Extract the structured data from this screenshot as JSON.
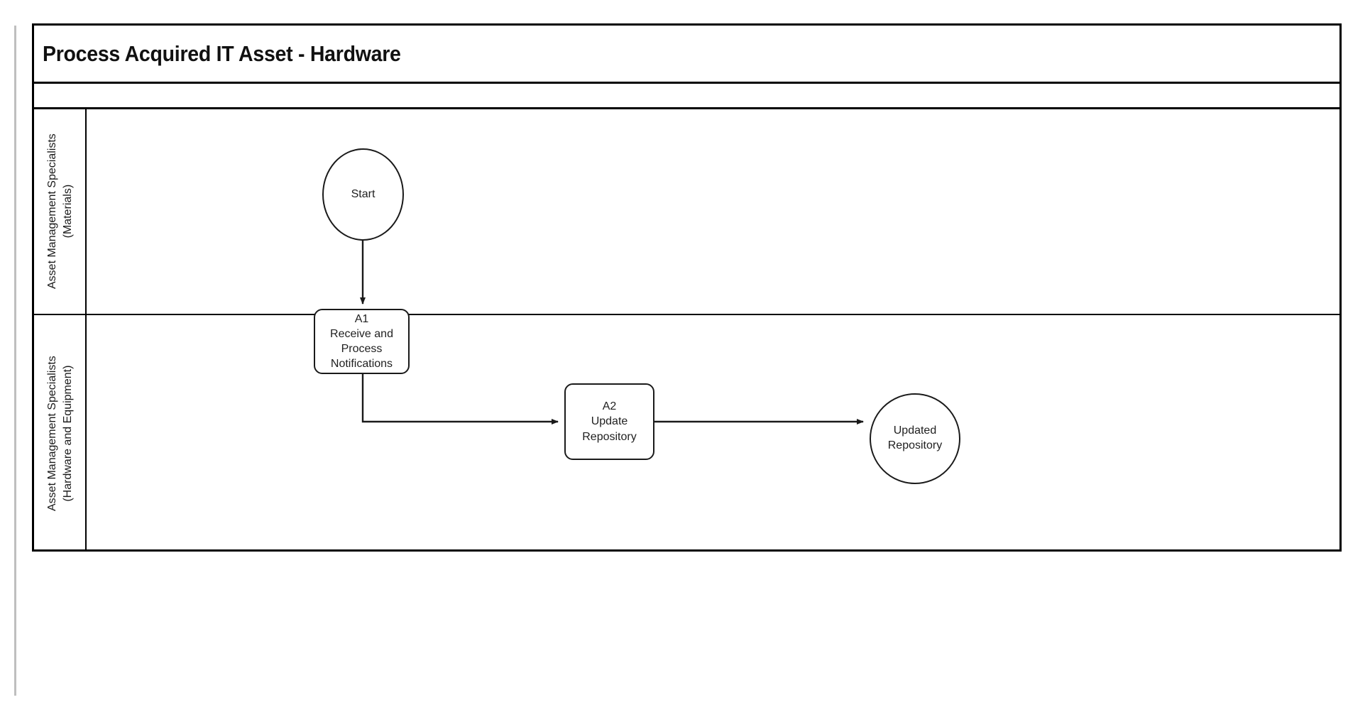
{
  "diagram": {
    "title": "Process Acquired IT Asset - Hardware",
    "subtitle": "",
    "type": "swimlane-flowchart",
    "lanes": [
      {
        "id": "lane-materials",
        "label": "Asset Management Specialists\n(Materials)",
        "label_line_1": "Asset Management Specialists",
        "label_line_2": "(Materials)"
      },
      {
        "id": "lane-hardware",
        "label": "Asset Management Specialists\n(Hardware and Equipment)",
        "label_line_1": "Asset Management Specialists",
        "label_line_2": "(Hardware and Equipment)"
      }
    ],
    "nodes": [
      {
        "id": "start",
        "shape": "circle",
        "lane": "lane-materials",
        "label": "Start",
        "lines": [
          "Start"
        ]
      },
      {
        "id": "a1",
        "shape": "rounded-rect",
        "lane": "lane-materials",
        "code": "A1",
        "label": "A1 Receive and Process Notifications",
        "lines": [
          "A1",
          "Receive  and",
          "Process",
          "Notifications"
        ]
      },
      {
        "id": "a2",
        "shape": "rounded-rect",
        "lane": "lane-hardware",
        "code": "A2",
        "label": "A2 Update Repository",
        "lines": [
          "A2",
          "Update",
          "Repository"
        ]
      },
      {
        "id": "end",
        "shape": "circle",
        "lane": "lane-hardware",
        "label": "Updated Repository",
        "lines": [
          "Updated",
          "Repository"
        ]
      }
    ],
    "connectors": [
      {
        "id": "start-to-a1",
        "from": "start",
        "to": "a1",
        "style": "straight-down",
        "arrow": "filled"
      },
      {
        "id": "a1-to-a2",
        "from": "a1",
        "to": "a2",
        "style": "elbow-down-right",
        "arrow": "filled"
      },
      {
        "id": "a2-to-end",
        "from": "a2",
        "to": "end",
        "style": "straight-right",
        "arrow": "filled"
      }
    ],
    "colors": {
      "stroke": "#1a1a1a",
      "frame": "#000000",
      "text": "#1f1f1f",
      "background": "#ffffff",
      "margin_rule": "#bfbfbf"
    }
  }
}
